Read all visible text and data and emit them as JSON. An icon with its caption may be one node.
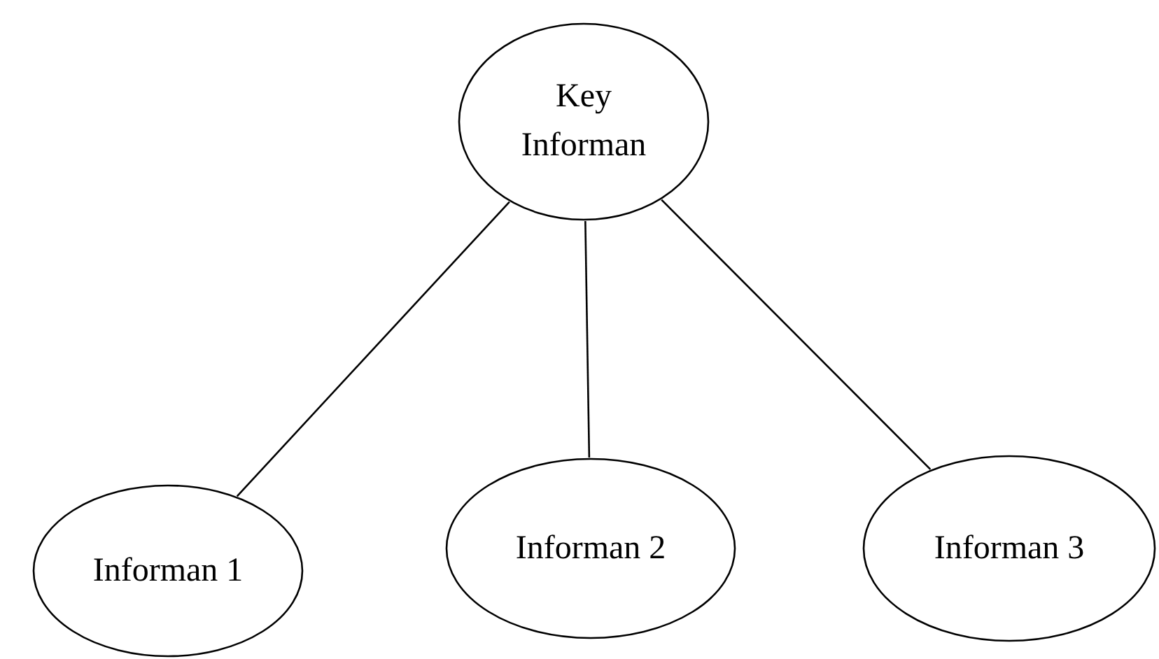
{
  "diagram": {
    "nodes": [
      {
        "text": [
          "Key Informan"
        ]
      },
      {
        "text": [
          "Informan 1"
        ]
      },
      {
        "text": [
          "Informan 2"
        ]
      },
      {
        "text": [
          "Informan 3"
        ]
      }
    ],
    "edges": [
      {
        "from": 0,
        "to": 1,
        "arrow": "none"
      },
      {
        "from": 0,
        "to": 2,
        "arrow": "none"
      },
      {
        "from": 0,
        "to": 3,
        "arrow": "none"
      }
    ]
  }
}
